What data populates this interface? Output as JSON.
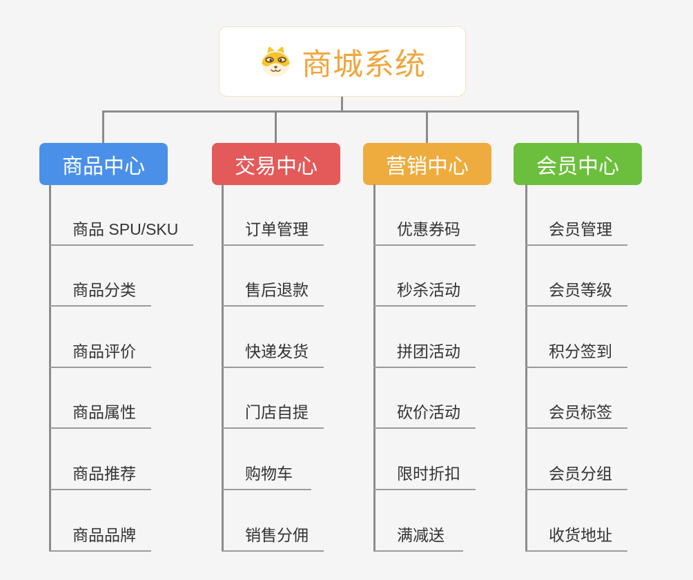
{
  "canvas": {
    "background": "#f5f5f5",
    "connector_color": "#8b8b8b",
    "leaf_line_color": "#9a9a9a"
  },
  "root": {
    "title": "商城系统",
    "icon": "shiba-dog-face-icon",
    "title_color": "#f0a63e",
    "border_color": "#eec27c"
  },
  "branches": [
    {
      "label": "商品中心",
      "color": "#4a90e8",
      "items": [
        "商品 SPU/SKU",
        "商品分类",
        "商品评价",
        "商品属性",
        "商品推荐",
        "商品品牌"
      ]
    },
    {
      "label": "交易中心",
      "color": "#e45a5a",
      "items": [
        "订单管理",
        "售后退款",
        "快递发货",
        "门店自提",
        "购物车",
        "销售分佣"
      ]
    },
    {
      "label": "营销中心",
      "color": "#eeac3e",
      "items": [
        "优惠券码",
        "秒杀活动",
        "拼团活动",
        "砍价活动",
        "限时折扣",
        "满减送"
      ]
    },
    {
      "label": "会员中心",
      "color": "#6cbf3c",
      "items": [
        "会员管理",
        "会员等级",
        "积分签到",
        "会员标签",
        "会员分组",
        "收货地址"
      ]
    }
  ]
}
